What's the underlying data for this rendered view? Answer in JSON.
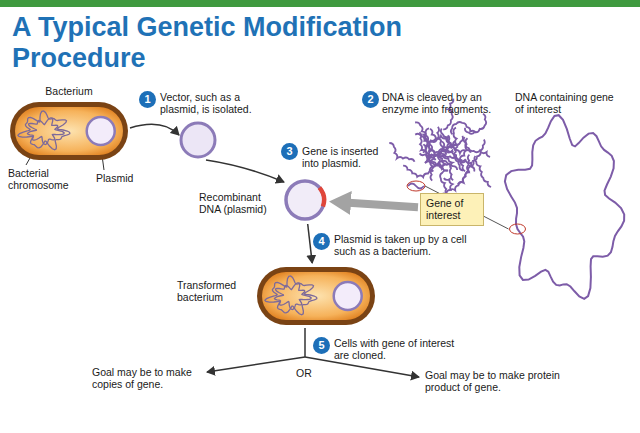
{
  "diagram": {
    "title": "A Typical Genetic Modification Procedure",
    "nodes": [
      {
        "text": [
          "Bacterium"
        ]
      },
      {
        "text": [
          "Recombinant DNA (plasmid)"
        ]
      },
      {
        "text": [
          "Gene of interest"
        ]
      },
      {
        "text": [
          "Transformed bacterium"
        ]
      }
    ],
    "edges": [
      {
        "from": 2,
        "to": 1,
        "arrow": "to"
      },
      {
        "from": 1,
        "to": 3,
        "arrow": "to"
      }
    ],
    "labels": [
      "1",
      "Vector, such as a plasmid, is isolated.",
      "2",
      "DNA is cleaved by an enzyme into fragments.",
      "DNA containing gene of interest",
      "Bacterial chromosome",
      "Plasmid",
      "3",
      "Gene is inserted into plasmid.",
      "4",
      "Plasmid is taken up by a cell such as a bacterium.",
      "5",
      "Cells with gene of interest are cloned.",
      "OR",
      "Goal may be to make copies of gene.",
      "Goal may be to make protein product of gene."
    ]
  }
}
